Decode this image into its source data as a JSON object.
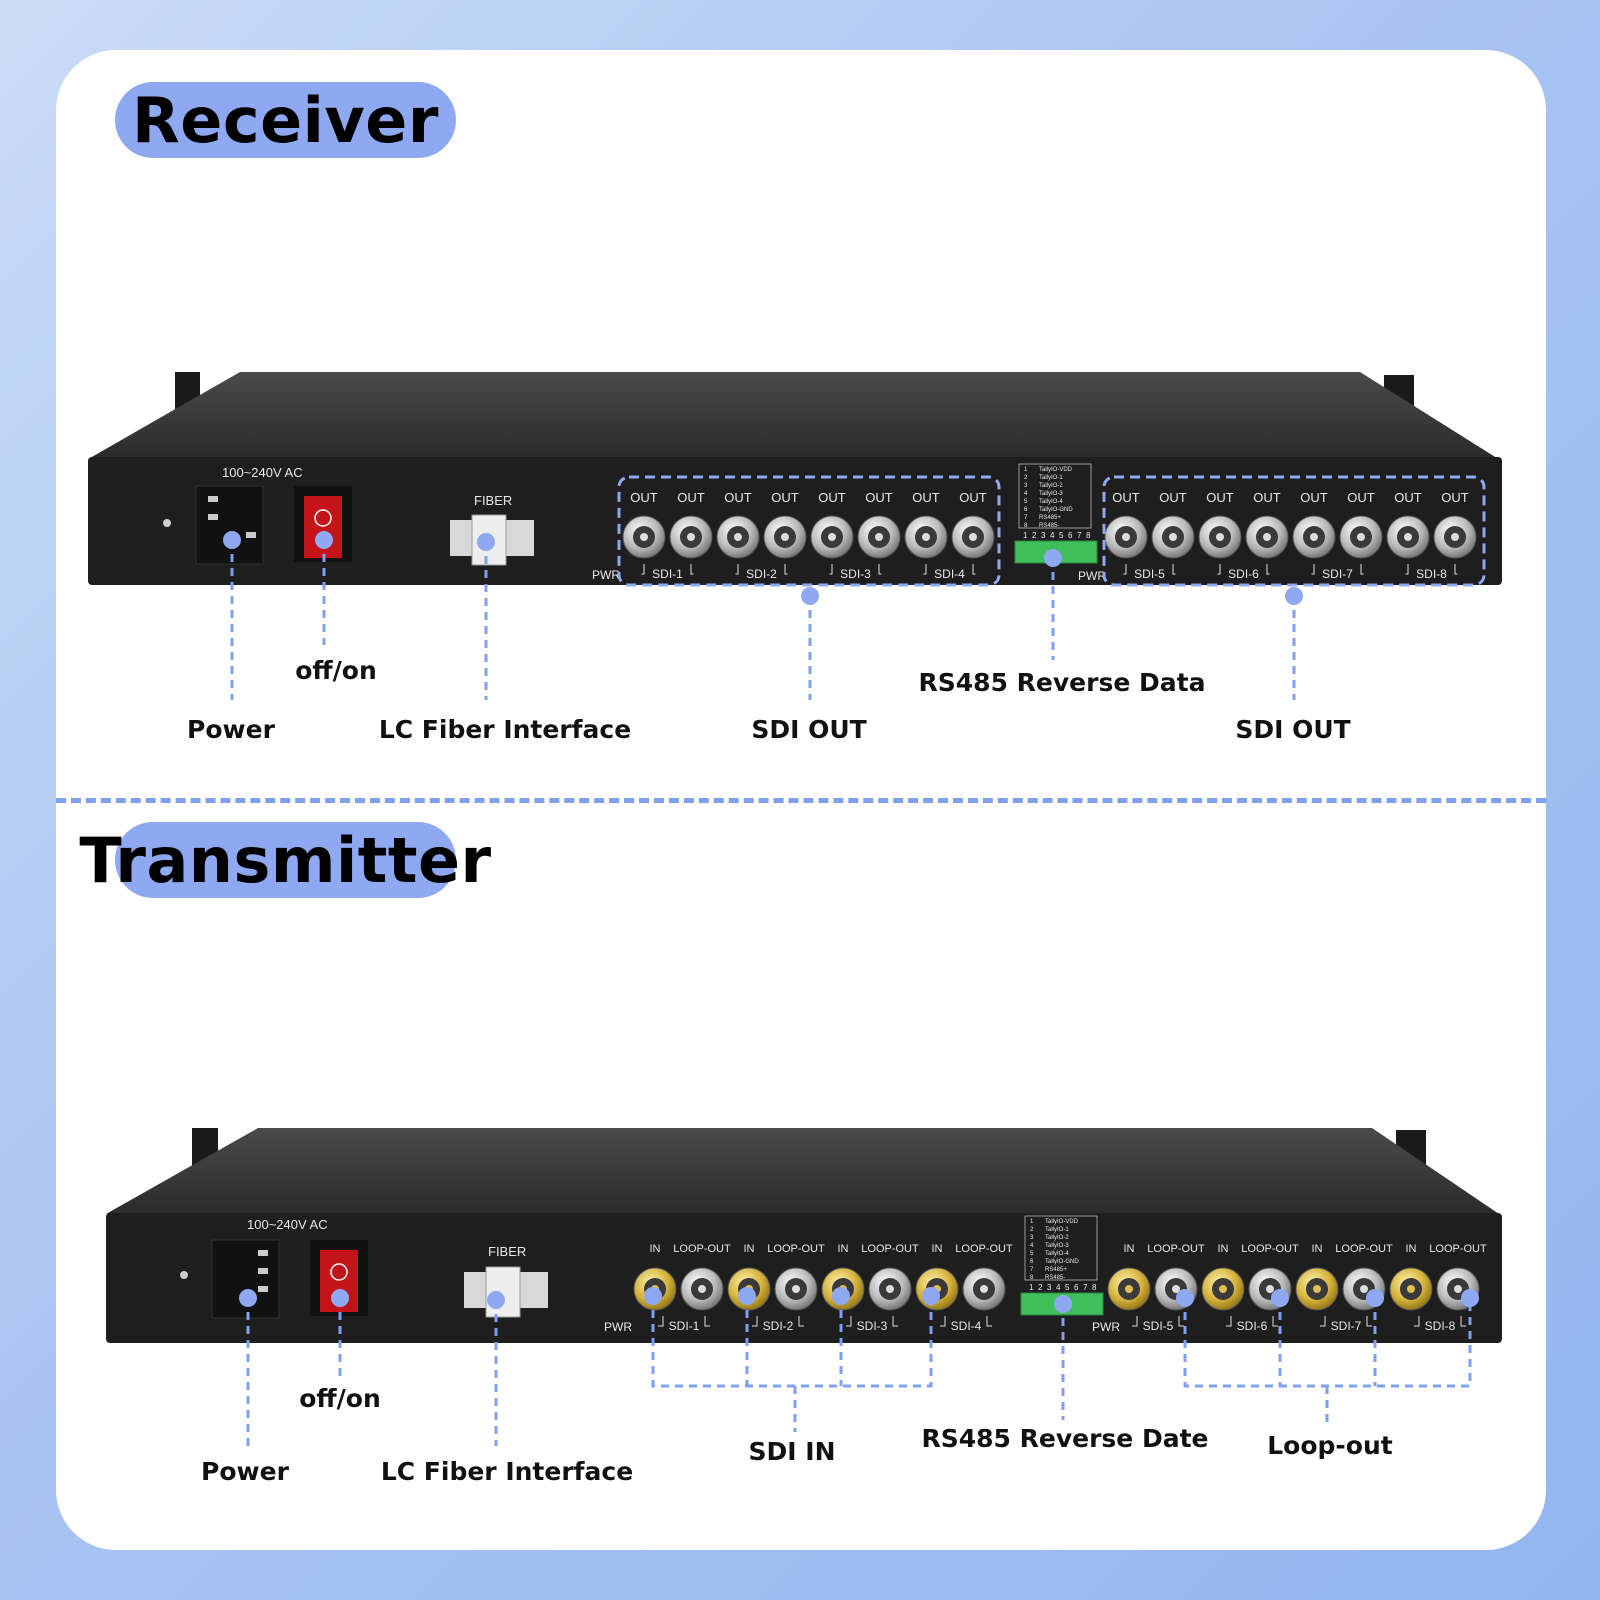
{
  "receiver": {
    "title": "Receiver",
    "device": {
      "voltage": "100~240V AC",
      "fiber": "FIBER",
      "pwr": "PWR",
      "port_label": "OUT",
      "groups_left": [
        "SDI-1",
        "SDI-2",
        "SDI-3",
        "SDI-4"
      ],
      "groups_right": [
        "SDI-5",
        "SDI-6",
        "SDI-7",
        "SDI-8"
      ]
    },
    "callouts": {
      "power": "Power",
      "switch": "off/on",
      "fiber": "LC Fiber Interface",
      "sdi_out_left": "SDI OUT",
      "rs485": "RS485 Reverse Data",
      "sdi_out_right": "SDI OUT"
    }
  },
  "transmitter": {
    "title": "Transmitter",
    "device": {
      "voltage": "100~240V AC",
      "fiber": "FIBER",
      "pwr": "PWR",
      "in_label": "IN",
      "loop_label": "LOOP-OUT",
      "groups_left": [
        "SDI-1",
        "SDI-2",
        "SDI-3",
        "SDI-4"
      ],
      "groups_right": [
        "SDI-5",
        "SDI-6",
        "SDI-7",
        "SDI-8"
      ]
    },
    "callouts": {
      "power": "Power",
      "switch": "off/on",
      "fiber": "LC Fiber Interface",
      "sdi_in": "SDI IN",
      "rs485": "RS485 Reverse Date",
      "loop_out": "Loop-out"
    }
  },
  "terminal_pins": [
    "1",
    "2",
    "3",
    "4",
    "5",
    "6",
    "7",
    "8"
  ],
  "terminal_legend": [
    "TallyIO-VDD",
    "TallyIO-1",
    "TallyIO-2",
    "TallyIO-3",
    "TallyIO-4",
    "TallyIO-GND",
    "RS485+",
    "RS485-"
  ],
  "colors": {
    "accent": "#8fa8f2",
    "callout_line": "#7f9ff0",
    "device_body": "#1e1e1e",
    "switch_red": "#c4141a",
    "terminal_green": "#3fbf5a",
    "bnc_gold": "#d4b13a"
  }
}
